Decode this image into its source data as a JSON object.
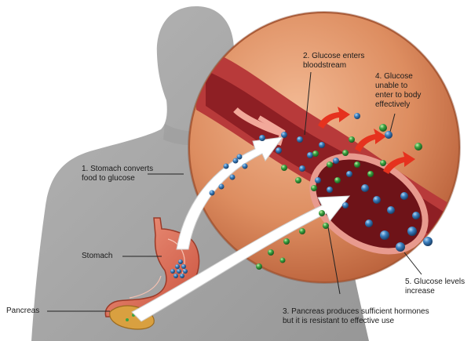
{
  "labels": {
    "stomach_converts": "1. Stomach converts\nfood to glucose",
    "glucose_enters": "2. Glucose enters\nbloodstream",
    "pancreas_produces": "3. Pancreas produces sufficient hormones\nbut it is resistant to effective use",
    "glucose_unable": "4. Glucose\nunable to\nenter to body\neffectively",
    "glucose_levels": "5. Glucose levels\nincrease",
    "stomach": "Stomach",
    "pancreas": "Pancreas"
  },
  "colors": {
    "silhouette": "#a8a8a8",
    "zoom_circle": "#d9895c",
    "vessel": "#8e1f24",
    "stomach": "#e77b64",
    "pancreas": "#d9a040",
    "glucose_blue": "#2f6fa8",
    "hormone_green": "#3ba341",
    "escape_arrow": "#e6321e",
    "flow_arrow": "#ffffff"
  }
}
